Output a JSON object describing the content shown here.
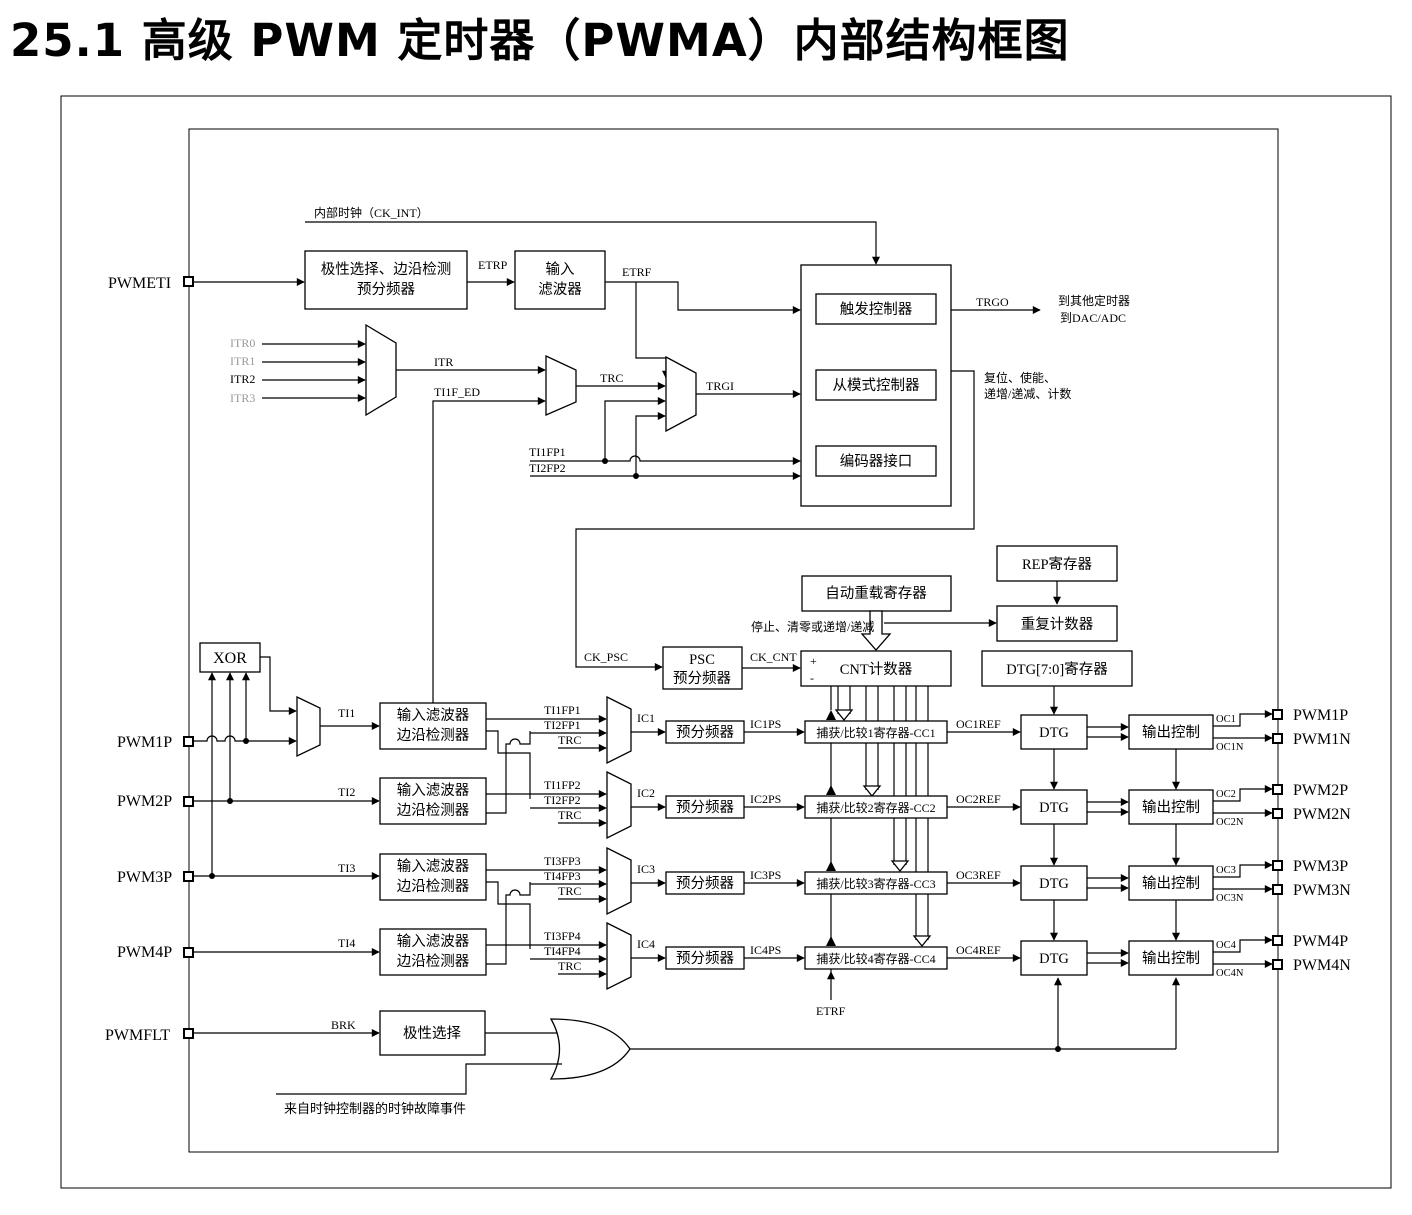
{
  "heading": "25.1   高级 PWM 定时器（PWMA）内部结构框图",
  "colors": {
    "line": "#000000",
    "dim_text": "#999999"
  },
  "labels": {
    "ck_int": "内部时钟（CK_INT）",
    "pwmeti": "PWMETI",
    "polarity_edge_1": "极性选择、边沿检测",
    "polarity_edge_2": "预分频器",
    "etrp": "ETRP",
    "input_filter_1": "输入",
    "input_filter_2": "滤波器",
    "etrf": "ETRF",
    "trigger_ctrl": "触发控制器",
    "slave_ctrl": "从模式控制器",
    "encoder_if": "编码器接口",
    "trgo": "TRGO",
    "to_timers": "到其他定时器",
    "to_dac": "到DAC/ADC",
    "reset_note_1": "复位、使能、",
    "reset_note_2": "递增/递减、计数",
    "itr0": "ITR0",
    "itr1": "ITR1",
    "itr2": "ITR2",
    "itr3": "ITR3",
    "itr": "ITR",
    "ti1f_ed": "TI1F_ED",
    "trc": "TRC",
    "trgi": "TRGI",
    "ti1fp1": "TI1FP1",
    "ti2fp2": "TI2FP2",
    "rep_reg": "REP寄存器",
    "auto_reload": "自动重载寄存器",
    "repeat_counter": "重复计数器",
    "stop_note": "停止、清零或递增/递减",
    "xor": "XOR",
    "ck_psc": "CK_PSC",
    "psc_1": "PSC",
    "psc_2": "预分频器",
    "ck_cnt": "CK_CNT",
    "plus": "+",
    "minus": "-",
    "cnt": "CNT计数器",
    "dtg_reg": "DTG[7:0]寄存器",
    "brk": "BRK",
    "polarity": "极性选择",
    "pwmflt": "PWMFLT",
    "clock_fault": "来自时钟控制器的时钟故障事件",
    "etrf_bottom": "ETRF"
  },
  "channels": [
    {
      "pin": "PWM1P",
      "ti": "TI1",
      "filter_1": "输入滤波器",
      "filter_2": "边沿检测器",
      "fp_a": "TI1FP1",
      "fp_b": "TI2FP1",
      "trc": "TRC",
      "ic": "IC1",
      "prescaler": "预分频器",
      "icps": "IC1PS",
      "cc": "捕获/比较1寄存器-CC1",
      "ocref": "OC1REF",
      "dtg": "DTG",
      "out_ctrl": "输出控制",
      "oc": "OC1",
      "ocn": "OC1N",
      "pin_p": "PWM1P",
      "pin_n": "PWM1N"
    },
    {
      "pin": "PWM2P",
      "ti": "TI2",
      "filter_1": "输入滤波器",
      "filter_2": "边沿检测器",
      "fp_a": "TI1FP2",
      "fp_b": "TI2FP2",
      "trc": "TRC",
      "ic": "IC2",
      "prescaler": "预分频器",
      "icps": "IC2PS",
      "cc": "捕获/比较2寄存器-CC2",
      "ocref": "OC2REF",
      "dtg": "DTG",
      "out_ctrl": "输出控制",
      "oc": "OC2",
      "ocn": "OC2N",
      "pin_p": "PWM2P",
      "pin_n": "PWM2N"
    },
    {
      "pin": "PWM3P",
      "ti": "TI3",
      "filter_1": "输入滤波器",
      "filter_2": "边沿检测器",
      "fp_a": "TI3FP3",
      "fp_b": "TI4FP3",
      "trc": "TRC",
      "ic": "IC3",
      "prescaler": "预分频器",
      "icps": "IC3PS",
      "cc": "捕获/比较3寄存器-CC3",
      "ocref": "OC3REF",
      "dtg": "DTG",
      "out_ctrl": "输出控制",
      "oc": "OC3",
      "ocn": "OC3N",
      "pin_p": "PWM3P",
      "pin_n": "PWM3N"
    },
    {
      "pin": "PWM4P",
      "ti": "TI4",
      "filter_1": "输入滤波器",
      "filter_2": "边沿检测器",
      "fp_a": "TI3FP4",
      "fp_b": "TI4FP4",
      "trc": "TRC",
      "ic": "IC4",
      "prescaler": "预分频器",
      "icps": "IC4PS",
      "cc": "捕获/比较4寄存器-CC4",
      "ocref": "OC4REF",
      "dtg": "DTG",
      "out_ctrl": "输出控制",
      "oc": "OC4",
      "ocn": "OC4N",
      "pin_p": "PWM4P",
      "pin_n": "PWM4N"
    }
  ]
}
